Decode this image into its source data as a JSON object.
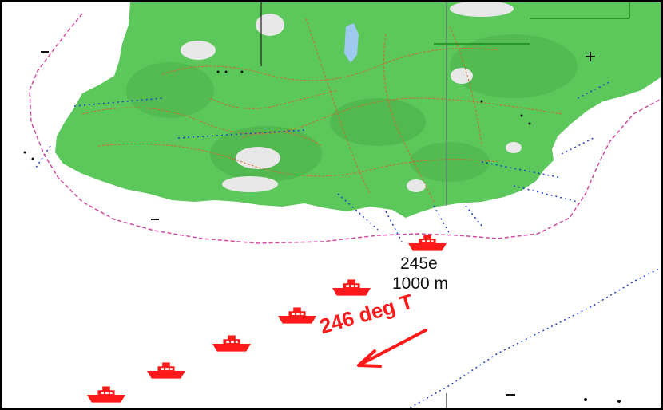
{
  "map": {
    "ship_labels": {
      "bearing": "245e",
      "range": "1000 m"
    },
    "heading_label": "246 deg T",
    "colors": {
      "land": "#5cc75a",
      "land_shade": "#3f9e3f",
      "sea": "#ffffff",
      "contour": "#d9622b",
      "depth_contour": "#d04aa0",
      "soundings": "#1f3fd0",
      "ship": "#ff1a1a",
      "grid": "#5a6a7a"
    },
    "icons": {
      "ship": "ship-icon",
      "heading_arrow": "arrow-icon"
    },
    "ships": [
      {
        "id": "ship-1"
      },
      {
        "id": "ship-2"
      },
      {
        "id": "ship-3"
      },
      {
        "id": "ship-4"
      },
      {
        "id": "ship-5"
      },
      {
        "id": "ship-6"
      }
    ]
  }
}
